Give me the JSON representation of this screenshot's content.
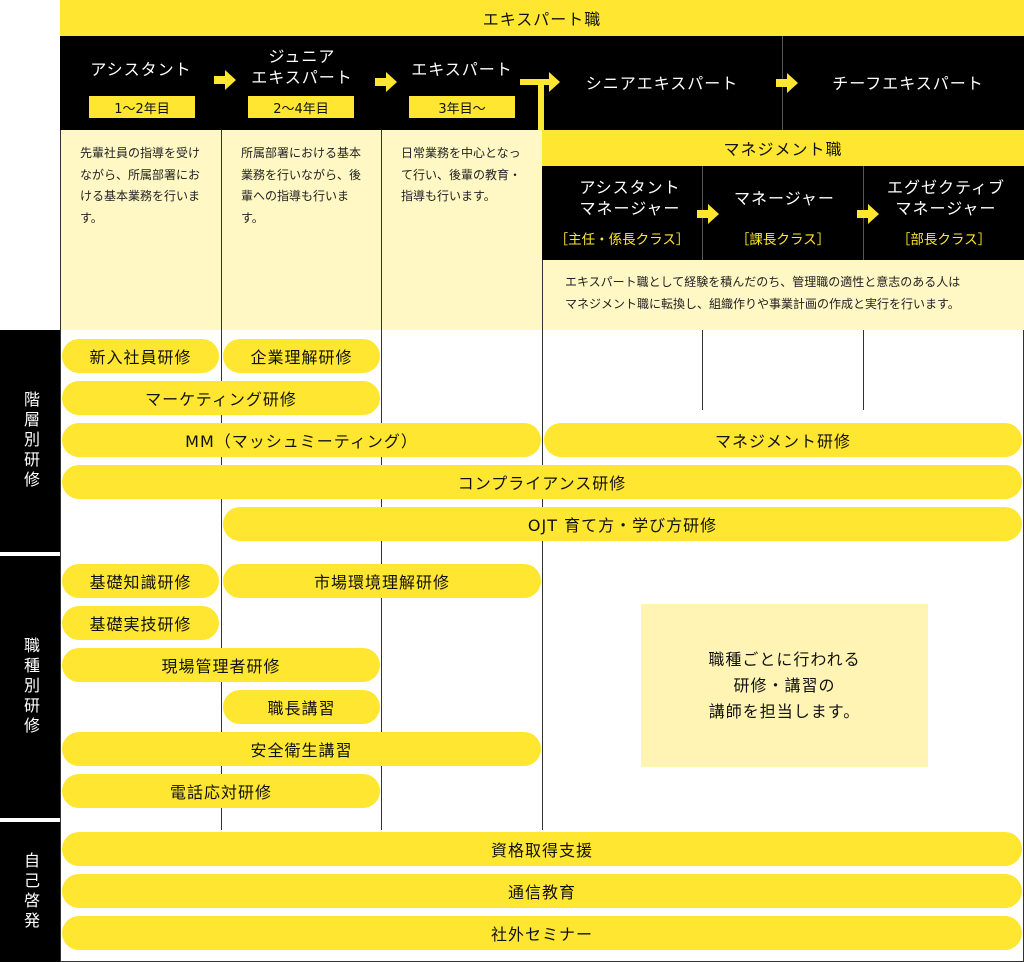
{
  "header": {
    "title": "エキスパート職"
  },
  "stages": [
    {
      "title": "アシスタント",
      "badge": "1〜2年目",
      "desc": "先輩社員の指導を受けながら、所属部署における基本業務を行います。"
    },
    {
      "title_line1": "ジュニア",
      "title_line2": "エキスパート",
      "badge": "2〜4年目",
      "desc": "所属部署における基本業務を行いながら、後輩への指導も行います。"
    },
    {
      "title": "エキスパート",
      "badge": "3年目〜",
      "desc": "日常業務を中心となって行い、後輩の教育・指導も行います。"
    },
    {
      "title": "シニアエキスパート"
    },
    {
      "title": "チーフエキスパート"
    }
  ],
  "management": {
    "title": "マネジメント職",
    "roles": [
      {
        "title_line1": "アシスタント",
        "title_line2": "マネージャー",
        "class": "［主任・係長クラス］"
      },
      {
        "title": "マネージャー",
        "class": "［課長クラス］"
      },
      {
        "title_line1": "エグゼクティブ",
        "title_line2": "マネージャー",
        "class": "［部長クラス］"
      }
    ],
    "desc_line1": "エキスパート職として経験を積んだのち、管理職の適性と意志のある人は",
    "desc_line2": "マネジメント職に転換し、組織作りや事業計画の作成と実行を行います。"
  },
  "sections": {
    "hierarchical": "階層別研修",
    "job_type": "職種別研修",
    "self_development": "自己啓発"
  },
  "trainings": {
    "new_hire": "新入社員研修",
    "corporate_understanding": "企業理解研修",
    "marketing": "マーケティング研修",
    "mm": "MM（マッシュミーティング）",
    "management": "マネジメント研修",
    "compliance": "コンプライアンス研修",
    "ojt": "OJT 育て方・学び方研修",
    "basic_knowledge": "基礎知識研修",
    "market_environment": "市場環境理解研修",
    "basic_skills": "基礎実技研修",
    "site_manager": "現場管理者研修",
    "foreman": "職長講習",
    "safety_health": "安全衛生講習",
    "phone_handling": "電話応対研修",
    "qualification": "資格取得支援",
    "correspondence": "通信教育",
    "external_seminar": "社外セミナー"
  },
  "job_type_note": {
    "line1": "職種ごとに行われる",
    "line2": "研修・講習の",
    "line3": "講師を担当します。"
  },
  "colors": {
    "accent": "#ffe631",
    "black": "#000000",
    "cream": "#fff7c4"
  }
}
